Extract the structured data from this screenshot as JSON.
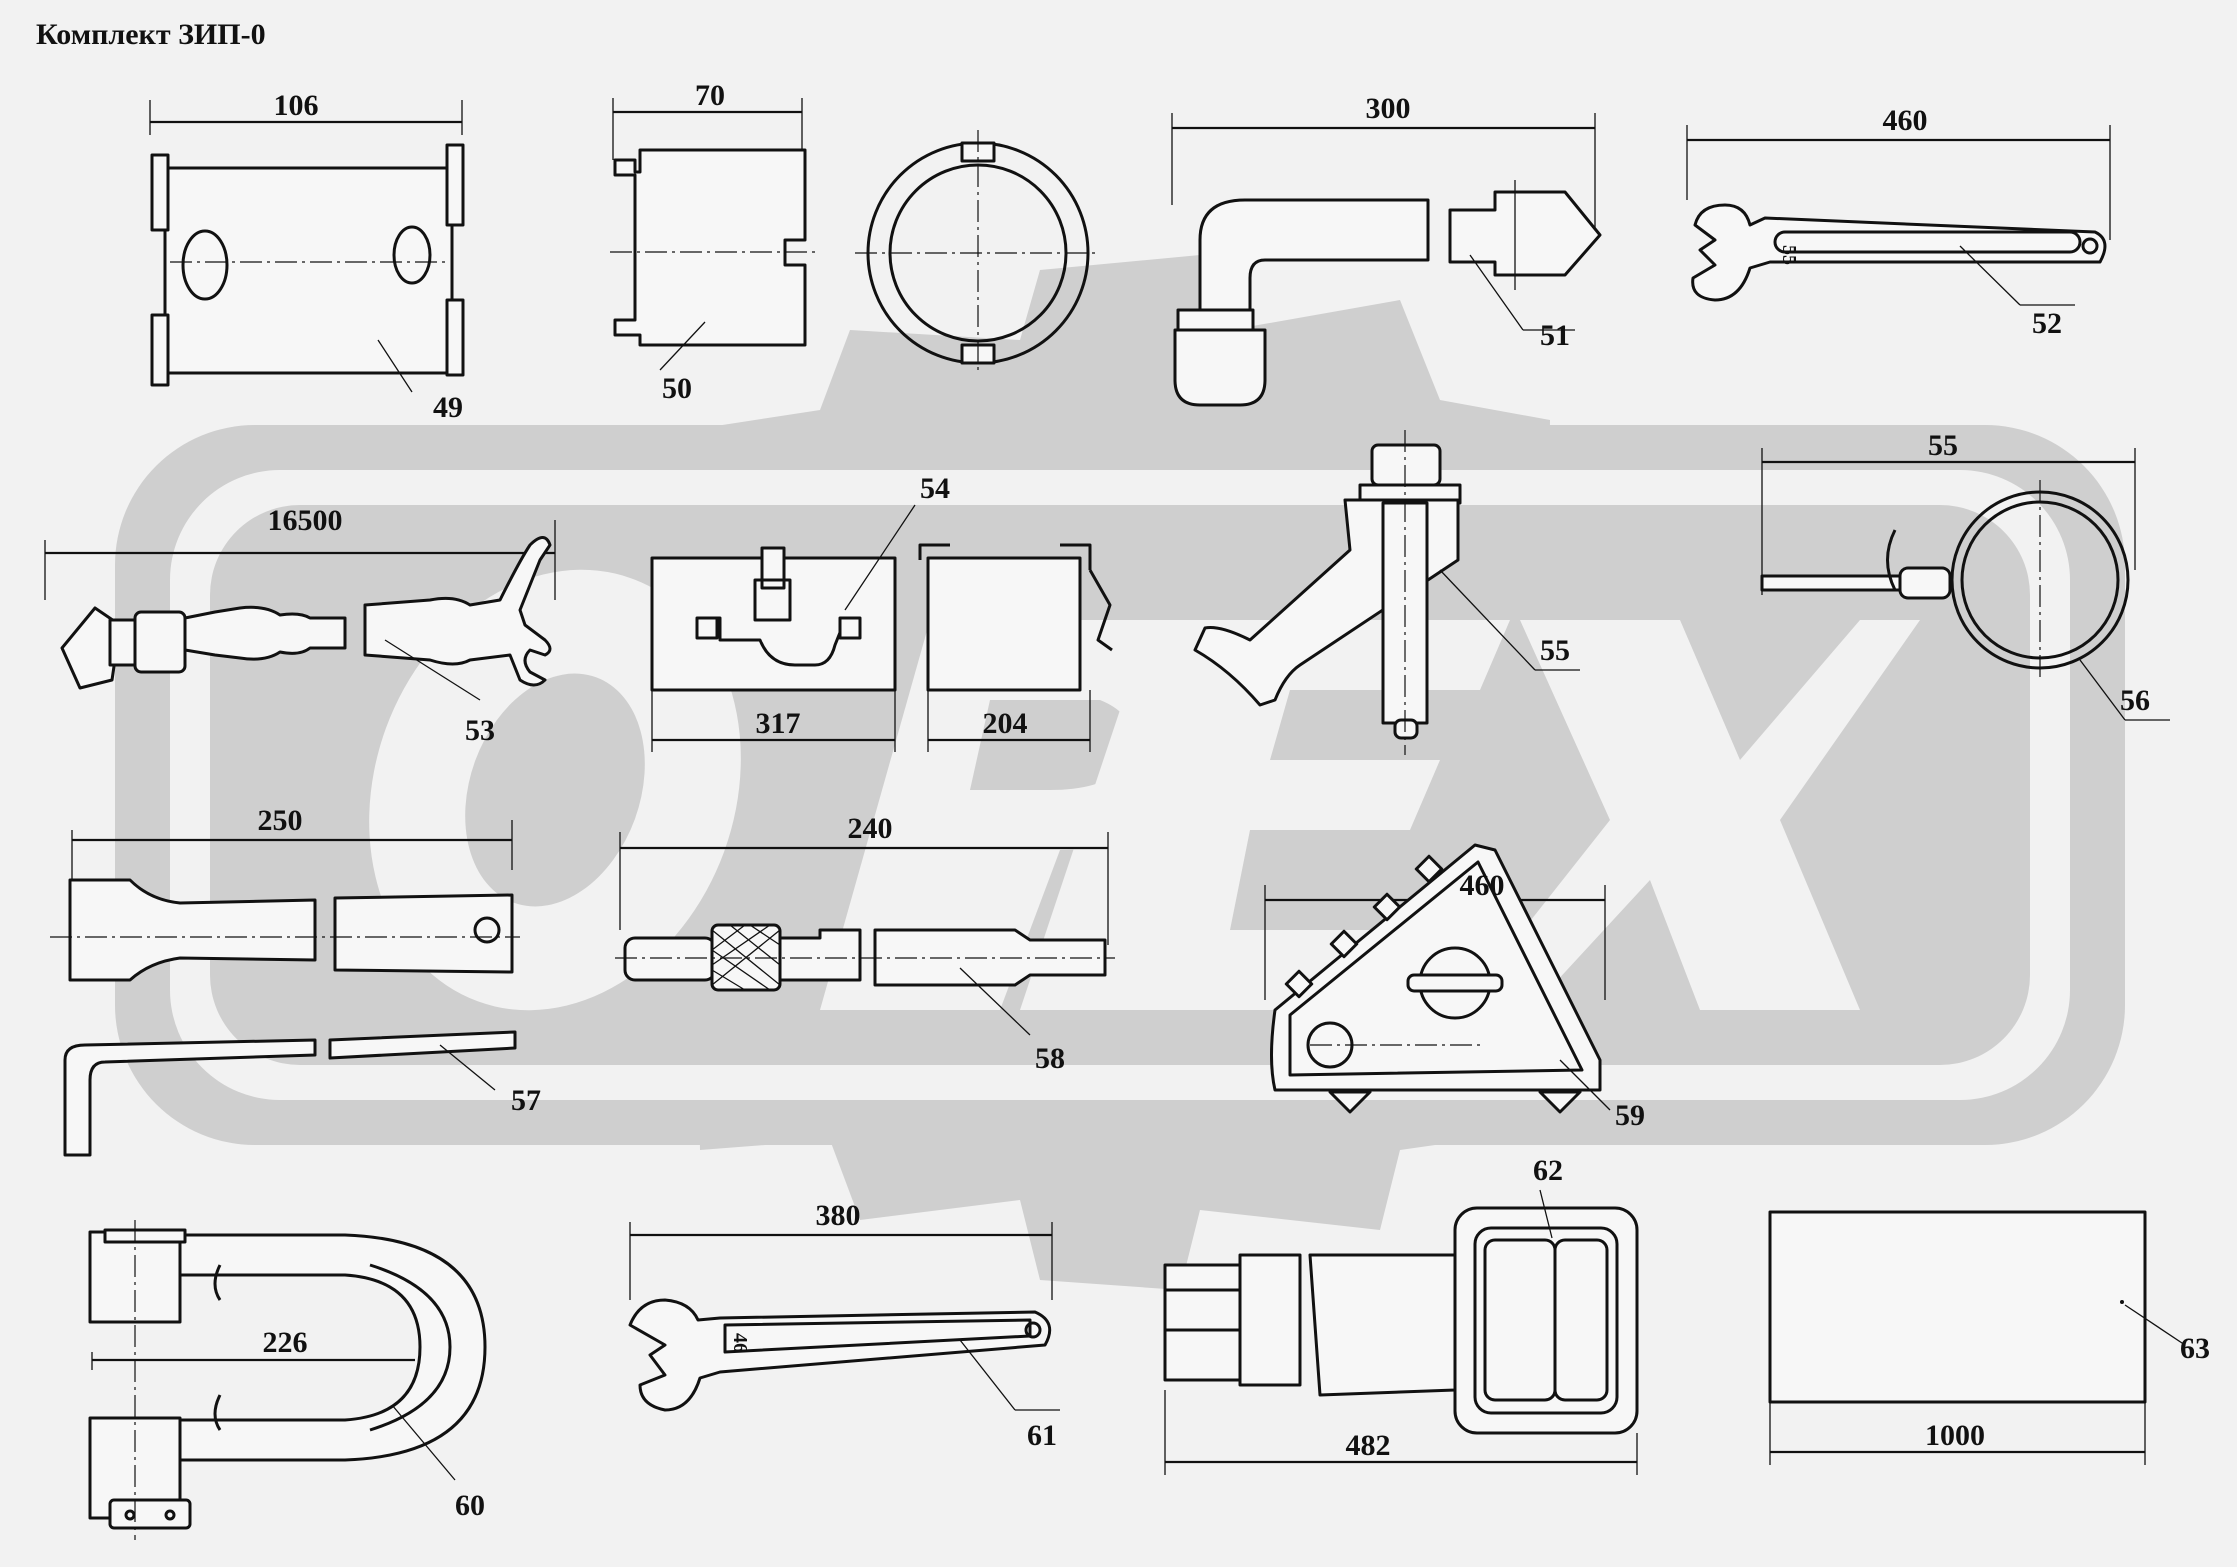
{
  "title": "Комплект ЗИП-0",
  "dimensions": {
    "d49": "106",
    "d50": "70",
    "d51": "300",
    "d52": "460",
    "d53": "16500",
    "d54": "317",
    "d54b": "204",
    "d56": "55",
    "d57": "250",
    "d58": "240",
    "d59": "460",
    "d60": "226",
    "d61": "380",
    "d62": "482",
    "d63": "1000"
  },
  "parts": [
    "49",
    "50",
    "51",
    "52",
    "53",
    "54",
    "55",
    "56",
    "57",
    "58",
    "59",
    "60",
    "61",
    "62",
    "63"
  ],
  "wrench_marks": {
    "w52": "55",
    "w61": "46"
  },
  "colors": {
    "line": "#111111",
    "background": "#f2f2f2",
    "watermark": "#cfcfcf"
  }
}
